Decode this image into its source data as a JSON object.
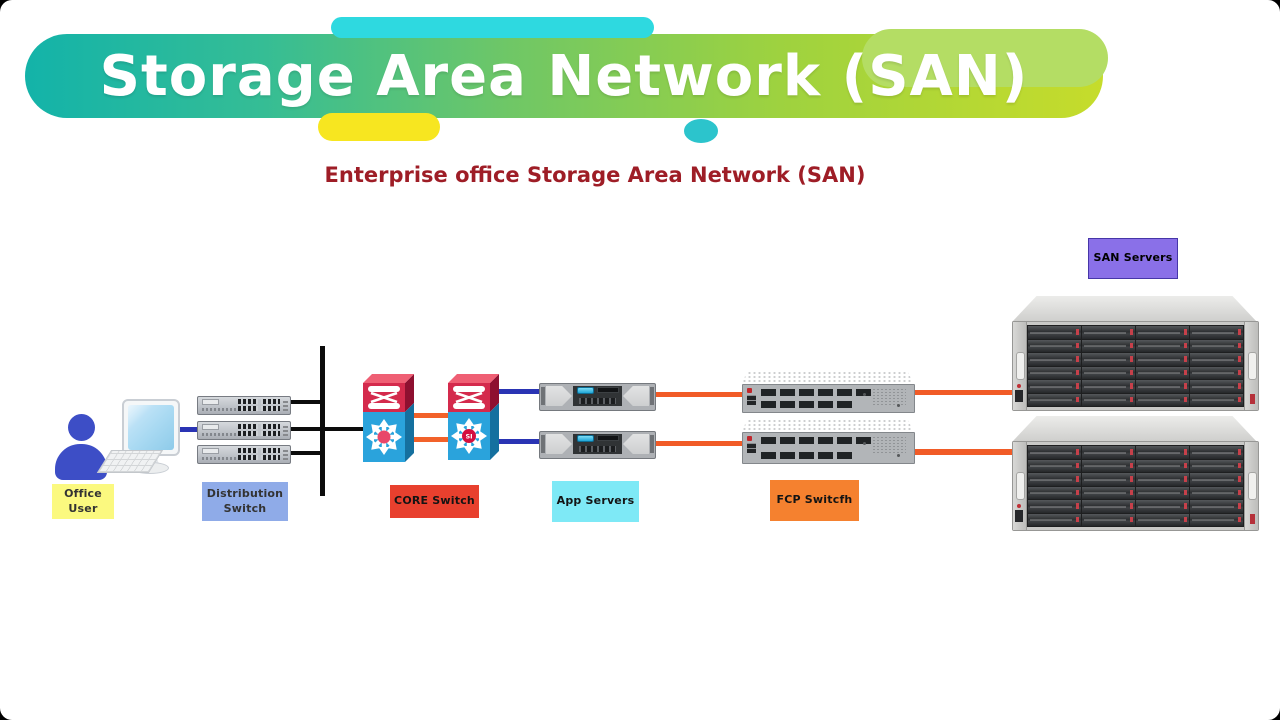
{
  "header": {
    "title": "Storage Area Network (SAN)",
    "subtitle": "Enterprise office Storage Area Network (SAN)",
    "banner_colors": {
      "gradient_start": "#13b3a9",
      "gradient_mid": "#6fc766",
      "gradient_end": "#c6dc2b",
      "accent_cyan": "#2ed9e0",
      "accent_yellow": "#f7e620",
      "accent_green": "#b4dd64",
      "title_color": "#ffffff",
      "subtitle_color": "#9e1d26"
    }
  },
  "labels": {
    "office_user": {
      "line1": "Office",
      "line2": "User",
      "bg": "#fbf97f"
    },
    "distribution_switch": {
      "line1": "Distribution",
      "line2": "Switch",
      "bg": "#8fabe8"
    },
    "core_switch": {
      "text": "CORE Switch",
      "bg": "#e8402e"
    },
    "app_servers": {
      "text": "App Servers",
      "bg": "#7ee9f6"
    },
    "fcp_switch": {
      "text": "FCP Switcfh",
      "bg": "#f5812f"
    },
    "san_servers": {
      "text": "SAN Servers",
      "bg": "#8a70e8"
    }
  },
  "icons": {
    "core_switch_si_badge": "SI"
  },
  "link_colors": {
    "user_ethernet": "#2a34b4",
    "lan_bus": "#0c0c0c",
    "core_interlink": "#f2622a",
    "fibre_channel": "#f15b27"
  },
  "nodes": {
    "office_user_count": 1,
    "distribution_switch_count": 3,
    "core_switch_count": 2,
    "app_server_count": 2,
    "fcp_switch_count": 2,
    "san_storage_array_count": 2
  }
}
